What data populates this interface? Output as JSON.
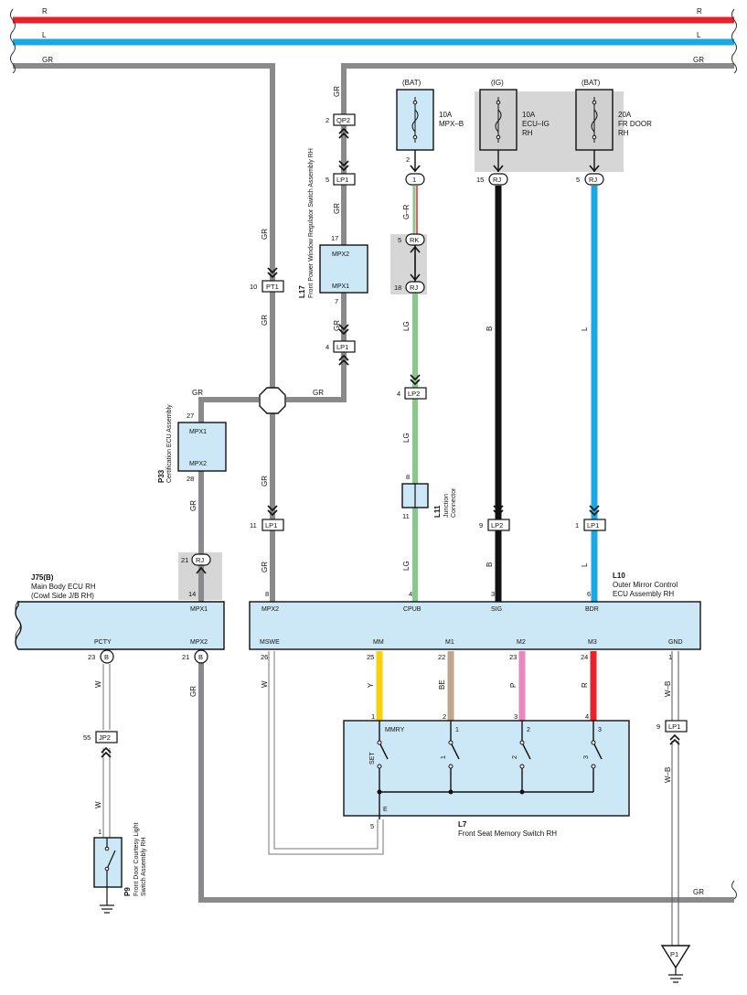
{
  "colors": {
    "red": "#e8212a",
    "blue": "#1aa9e6",
    "gray_wire": "#8a8a8c",
    "green": "#86c98a",
    "black": "#111111",
    "yellow": "#f5d20a",
    "beige": "#c0a58a",
    "pink": "#ea88bd",
    "ecu_fill": "#cce8f6",
    "shade": "#d6d6d6"
  },
  "buses": {
    "r": "R",
    "l": "L",
    "gr": "GR"
  },
  "power": {
    "bat1": "(BAT)",
    "ig": "(IG)",
    "bat2": "(BAT)"
  },
  "fuses": {
    "f1_amp": "10A",
    "f1_name": "MPX–B",
    "f2_amp": "10A",
    "f2_name1": "ECU–IG",
    "f2_name2": "RH",
    "f3_amp": "20A",
    "f3_name1": "FR DOOR",
    "f3_name2": "RH"
  },
  "connectors": {
    "qp2": "QP2",
    "lp1": "LP1",
    "pt1": "PT1",
    "rk": "RK",
    "rj": "RJ",
    "lp2": "LP2",
    "one": "1",
    "b": "B",
    "jp2": "JP2",
    "p1": "P1"
  },
  "wire_colors": {
    "gr": "GR",
    "gdashr": "G–R",
    "lg": "LG",
    "b": "B",
    "l": "L",
    "w": "W",
    "y": "Y",
    "be": "BE",
    "p": "P",
    "r": "R",
    "wdashb": "W–B"
  },
  "components": {
    "l17_id": "L17",
    "l17_name": "Front Power Window Regulator Switch Assembly RH",
    "p33_id": "P33",
    "p33_name": "Certification ECU Assembly",
    "l11_id": "L11",
    "l11_name1": "Junction",
    "l11_name2": "Connector",
    "j75_id": "J75(B)",
    "j75_name1": "Main Body ECU RH",
    "j75_name2": "(Cowl Side J/B RH)",
    "l10_id": "L10",
    "l10_name1": "Outer Mirror Control",
    "l10_name2": "ECU Assembly RH",
    "l7_id": "L7",
    "l7_name": "Front Seat Memory Switch RH",
    "p9_id": "P9",
    "p9_name1": "Front Door Courtesy Light",
    "p9_name2": "Switch Assembly RH"
  },
  "terminals": {
    "mpx1": "MPX1",
    "mpx2": "MPX2",
    "pcty": "PCTY",
    "mswe": "MSWE",
    "cpub": "CPUB",
    "sig": "SIG",
    "bdr": "BDR",
    "mm": "MM",
    "m1": "M1",
    "m2": "M2",
    "m3": "M3",
    "gnd": "GND",
    "mmry": "MMRY",
    "set": "SET",
    "e": "E",
    "one": "1",
    "two": "2",
    "three": "3"
  },
  "pins": {
    "p2": "2",
    "p5": "5",
    "p17": "17",
    "p7": "7",
    "p4": "4",
    "p10": "10",
    "p27": "27",
    "p28": "28",
    "p11": "11",
    "p8": "8",
    "p21": "21",
    "p14": "14",
    "p1": "1",
    "p18": "18",
    "p15": "15",
    "p9": "9",
    "p3": "3",
    "p6": "6",
    "p23": "23",
    "p26": "26",
    "p25": "25",
    "p22": "22",
    "p24": "24",
    "p55": "55"
  }
}
